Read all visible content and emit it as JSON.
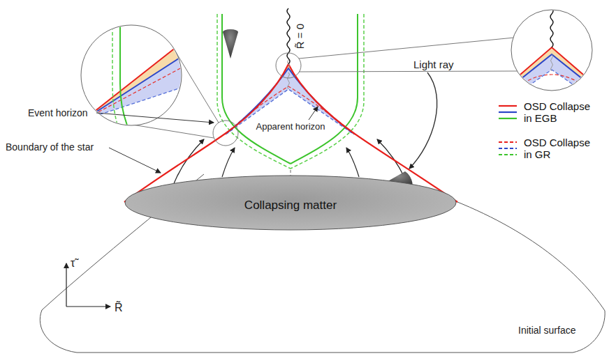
{
  "diagram": {
    "nodes": [
      {
        "text": [
          "Collapsing matter"
        ]
      }
    ],
    "labels": [
      "R̃ = 0",
      "Apparent horizon",
      "Light ray",
      "Event horizon",
      "Boundary of the star",
      "Initial surface",
      "τ̃",
      "R̃"
    ],
    "legend": [
      {
        "text": "OSD Collapse in EGB"
      },
      {
        "text": "OSD Collapse in GR"
      }
    ]
  }
}
